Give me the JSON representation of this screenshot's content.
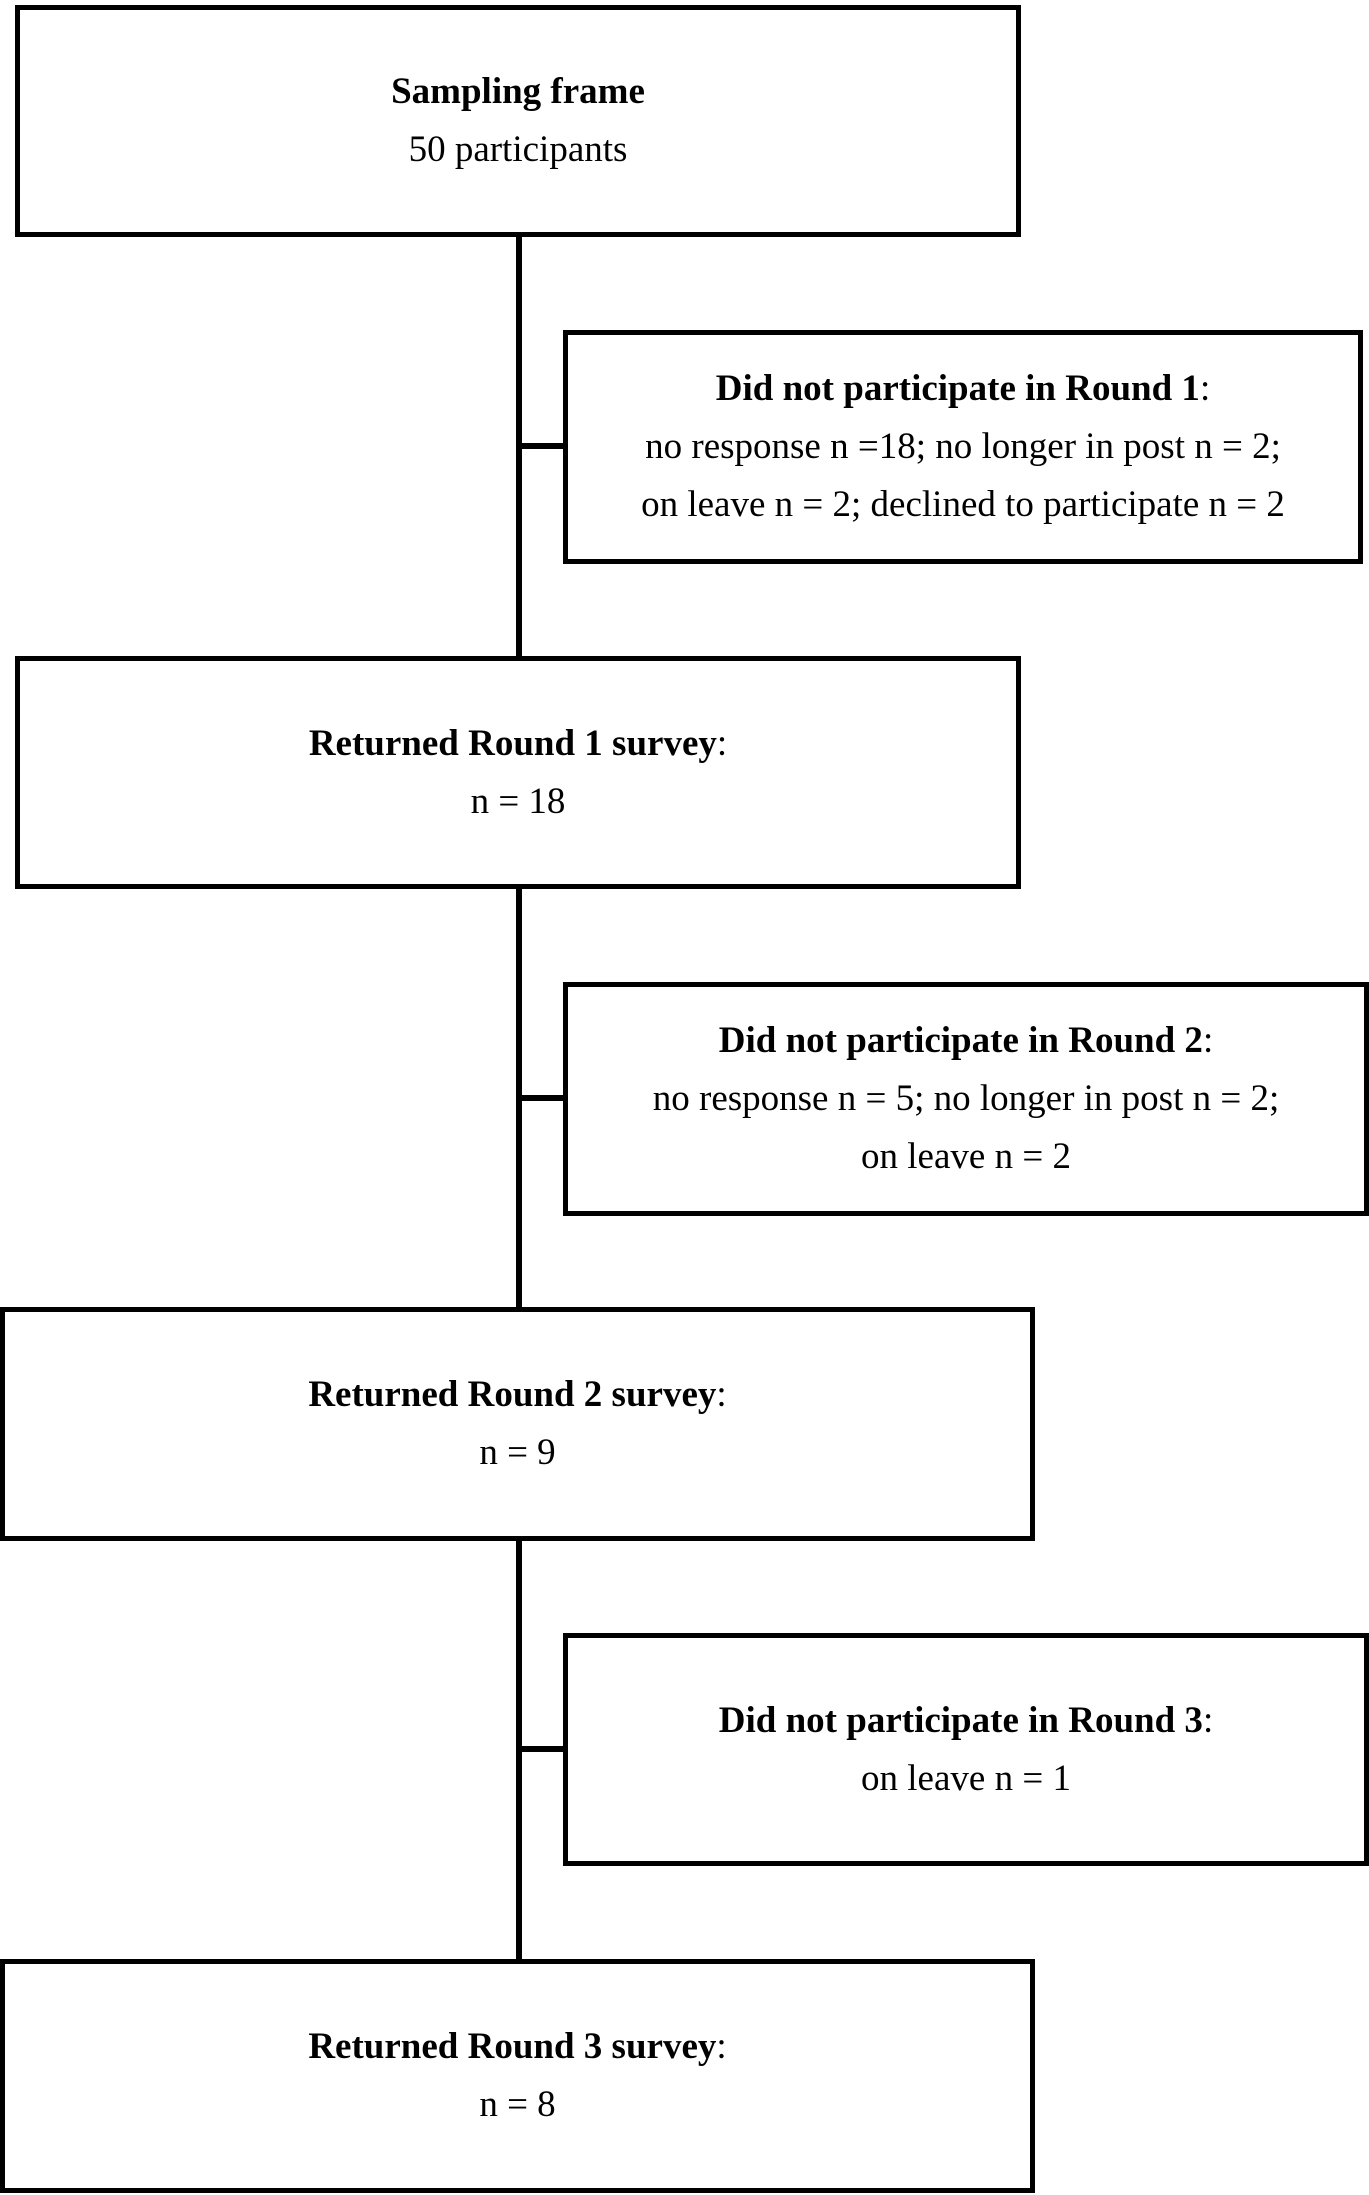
{
  "nodes": {
    "sampling": {
      "title": "Sampling frame",
      "title_suffix": "",
      "lines": [
        "50 participants"
      ]
    },
    "excl1": {
      "title": "Did not participate in Round 1",
      "title_suffix": ":",
      "lines": [
        "no response n =18; no longer in post n = 2;",
        "on leave n = 2; declined to participate n = 2"
      ]
    },
    "round1": {
      "title": "Returned Round 1 survey",
      "title_suffix": ":",
      "lines": [
        "n = 18"
      ]
    },
    "excl2": {
      "title": "Did not participate in Round 2",
      "title_suffix": ":",
      "lines": [
        "no response n = 5; no longer in post n = 2;",
        "on leave n = 2"
      ]
    },
    "round2": {
      "title": "Returned Round 2 survey",
      "title_suffix": ":",
      "lines": [
        "n = 9"
      ]
    },
    "excl3": {
      "title": "Did not participate in Round 3",
      "title_suffix": ":",
      "lines": [
        "on leave n = 1"
      ]
    },
    "round3": {
      "title": "Returned Round 3 survey",
      "title_suffix": ":",
      "lines": [
        "n = 8"
      ]
    }
  }
}
